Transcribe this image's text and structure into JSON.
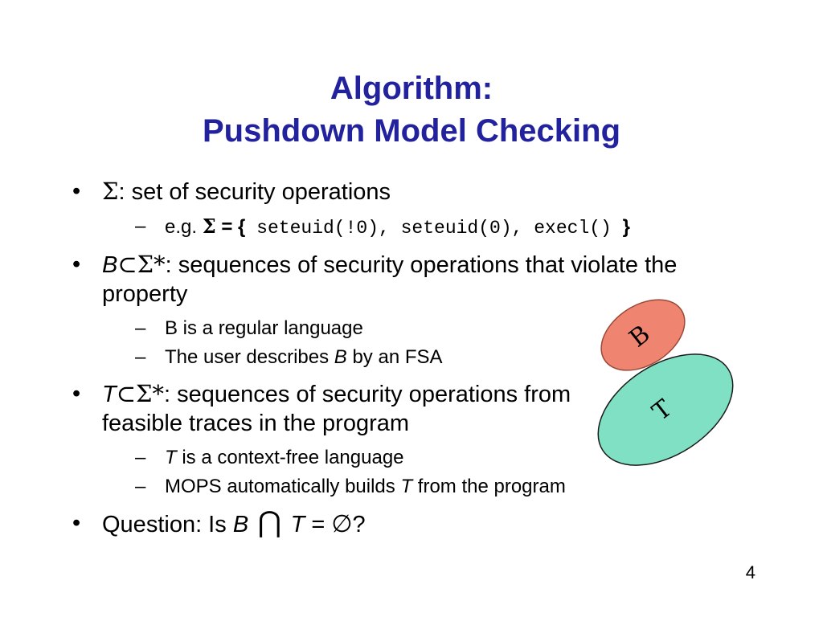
{
  "title": {
    "line1": "Algorithm:",
    "line2": "Pushdown Model Checking"
  },
  "page_number": "4",
  "markers": {
    "bullet": "•",
    "dash": "–"
  },
  "bullets": {
    "b1": {
      "sigma": "Σ",
      "rest": ": set of security operations"
    },
    "b1_sub": {
      "eg": "e.g. ",
      "sigma": "Σ",
      "eq": " = {",
      "code": " seteuid(!0), seteuid(0), execl() ",
      "close": "}"
    },
    "b2": {
      "b": "B",
      "sym": "⊂Σ*",
      "rest": ": sequences of security operations that violate the property"
    },
    "b2_sub1": {
      "text": "B is a regular language"
    },
    "b2_sub2": {
      "pre": "The user describes ",
      "b": "B",
      "post": " by an FSA"
    },
    "b3": {
      "t": "T",
      "sym": "⊂Σ*",
      "rest": ": sequences of security operations from feasible traces in the program"
    },
    "b3_sub1": {
      "t": "T",
      "post": " is a context-free language"
    },
    "b3_sub2": {
      "pre": "MOPS automatically builds ",
      "t": "T",
      "post": " from the program"
    },
    "b4": {
      "pre": "Question: Is ",
      "b": "B",
      "cap": " ⋂ ",
      "t": "T",
      "eq": " = ",
      "empty": "∅",
      "q": "?"
    }
  },
  "diagram": {
    "b_label": "B",
    "t_label": "T"
  },
  "colors": {
    "title": "#22229e",
    "venn_b_fill": "#ef8570",
    "venn_b_stroke": "#994a38",
    "venn_t_fill": "#7fe0c3",
    "venn_t_stroke": "#1a1a1a"
  }
}
